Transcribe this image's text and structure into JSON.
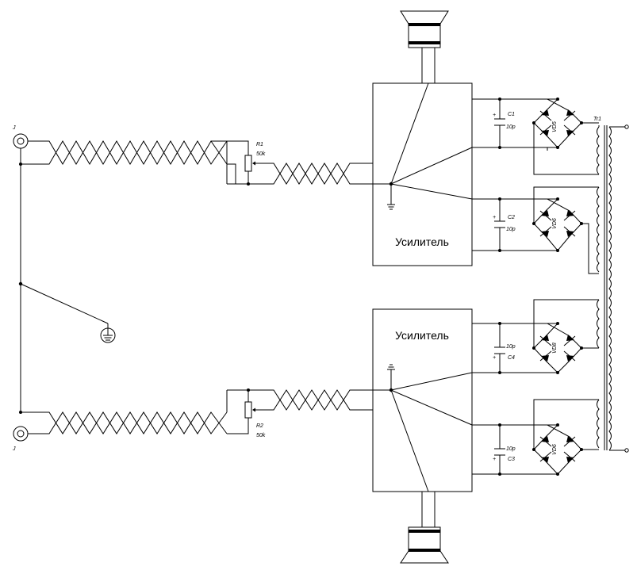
{
  "amplifiers": [
    {
      "label": "Усилитель"
    },
    {
      "label": "Усилитель"
    }
  ],
  "connectors": [
    {
      "ref": "J"
    },
    {
      "ref": "J"
    }
  ],
  "potentiometers": [
    {
      "ref": "R1",
      "value": "50k"
    },
    {
      "ref": "R2",
      "value": "50k"
    }
  ],
  "capacitors": [
    {
      "ref": "C1",
      "value": "10p"
    },
    {
      "ref": "C2",
      "value": "10p"
    },
    {
      "ref": "C4",
      "value": "10p"
    },
    {
      "ref": "C3",
      "value": "10p"
    }
  ],
  "bridges": [
    {
      "ref": "VD5"
    },
    {
      "ref": "VD6"
    },
    {
      "ref": "VD8"
    },
    {
      "ref": "VD6"
    }
  ],
  "transformer": {
    "ref": "Tr1"
  },
  "polarity": {
    "plus": "+"
  }
}
